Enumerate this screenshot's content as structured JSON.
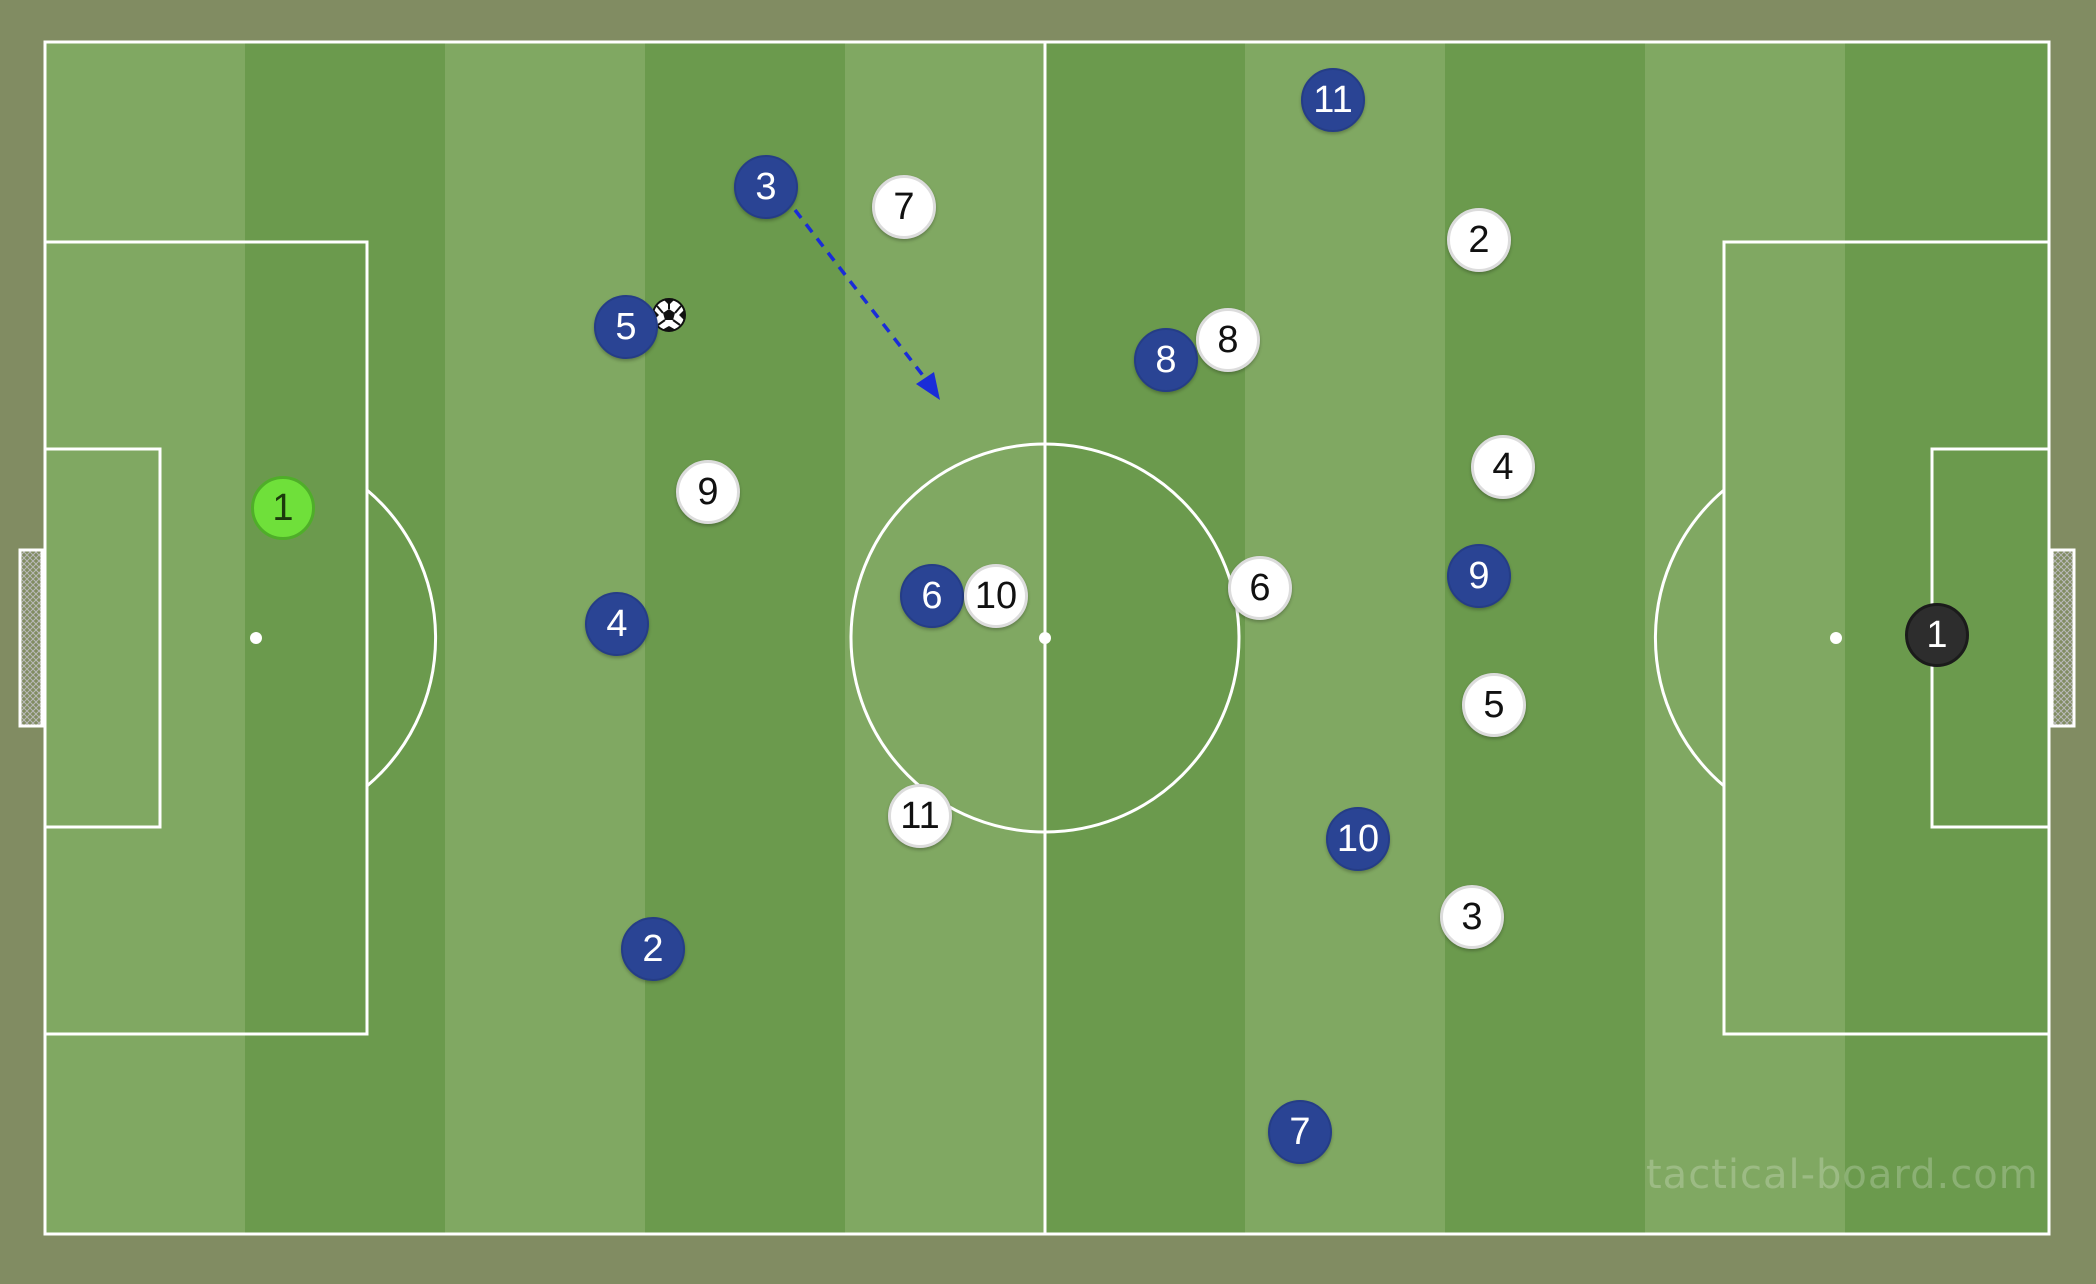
{
  "app": {
    "watermark": "tactical-board.com"
  },
  "colors": {
    "outer": "#818c62",
    "stripe_light": "#80a862",
    "stripe_dark": "#6b9a4d",
    "lines": "#ffffff",
    "team_blue": "#2a4494",
    "team_white": "#ffffff",
    "arrow": "#1a2cd8"
  },
  "icons": {
    "ball": "soccer-ball-icon",
    "goal": "goal-net-icon"
  },
  "home_goalkeeper": {
    "number": "1"
  },
  "away_goalkeeper": {
    "number": "1"
  },
  "blue_players": [
    {
      "number": "11"
    },
    {
      "number": "3"
    },
    {
      "number": "5"
    },
    {
      "number": "8"
    },
    {
      "number": "4"
    },
    {
      "number": "6"
    },
    {
      "number": "9"
    },
    {
      "number": "10"
    },
    {
      "number": "2"
    },
    {
      "number": "7"
    }
  ],
  "white_players": [
    {
      "number": "7"
    },
    {
      "number": "2"
    },
    {
      "number": "8"
    },
    {
      "number": "9"
    },
    {
      "number": "4"
    },
    {
      "number": "10"
    },
    {
      "number": "6"
    },
    {
      "number": "5"
    },
    {
      "number": "11"
    },
    {
      "number": "3"
    }
  ]
}
